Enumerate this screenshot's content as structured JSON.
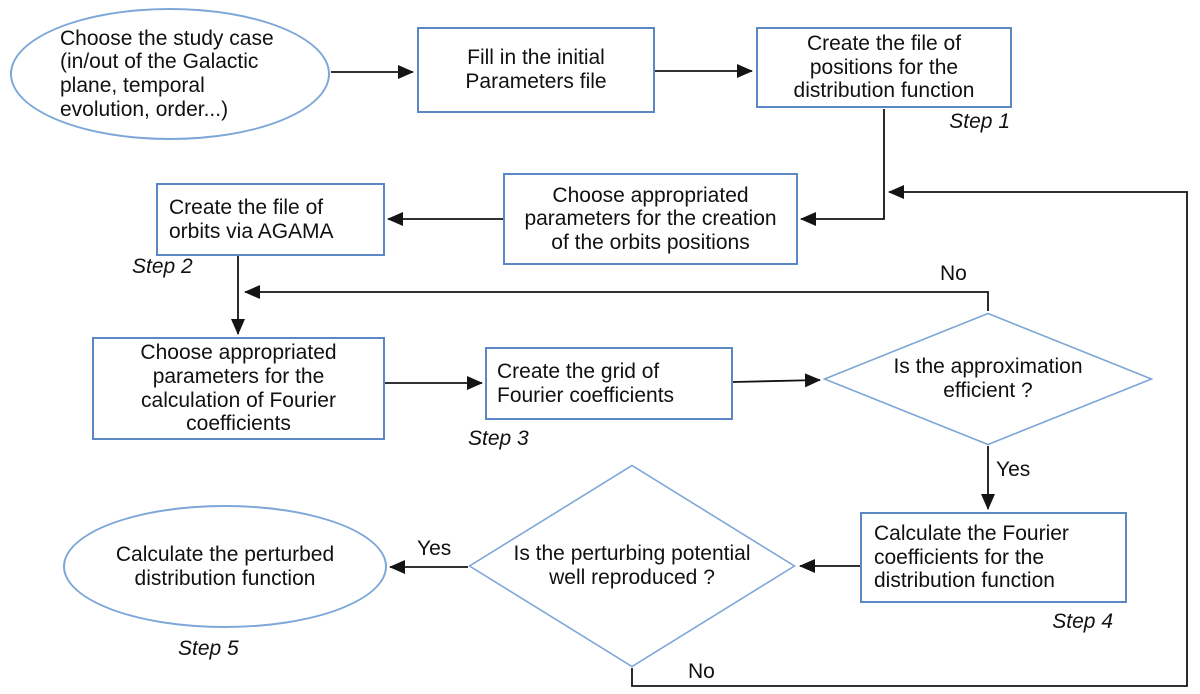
{
  "nodes": {
    "study_case": {
      "label": "Choose the study case\n(in/out of the Galactic\nplane, temporal\nevolution, order...)"
    },
    "fill_params": {
      "label": "Fill in the initial\nParameters file"
    },
    "create_positions": {
      "label": "Create the file of\npositions for the\ndistribution function",
      "step": "Step 1"
    },
    "choose_orbit_params": {
      "label": "Choose appropriated\nparameters for the creation\nof the orbits positions"
    },
    "create_orbits": {
      "label": "Create the file of\norbits via AGAMA",
      "step": "Step 2"
    },
    "choose_fourier_params": {
      "label": "Choose appropriated\nparameters for the\ncalculation of Fourier\ncoefficients"
    },
    "create_grid": {
      "label": "Create the grid of\nFourier coefficients",
      "step": "Step 3"
    },
    "approximation_decision": {
      "label": "Is the approximation\nefficient ?"
    },
    "calc_fourier": {
      "label": "Calculate the Fourier\ncoefficients for the\ndistribution function",
      "step": "Step 4"
    },
    "perturbing_decision": {
      "label": "Is the perturbing potential\nwell reproduced ?"
    },
    "calc_perturbed": {
      "label": "Calculate the perturbed\ndistribution function",
      "step": "Step 5"
    }
  },
  "edge_labels": {
    "approx_yes": "Yes",
    "approx_no": "No",
    "perturb_yes": "Yes",
    "perturb_no": "No"
  },
  "colors": {
    "rect_border": "#5b87c5",
    "curve_border": "#7da7d8",
    "connector": "#141414",
    "text": "#111111",
    "background": "#ffffff"
  }
}
